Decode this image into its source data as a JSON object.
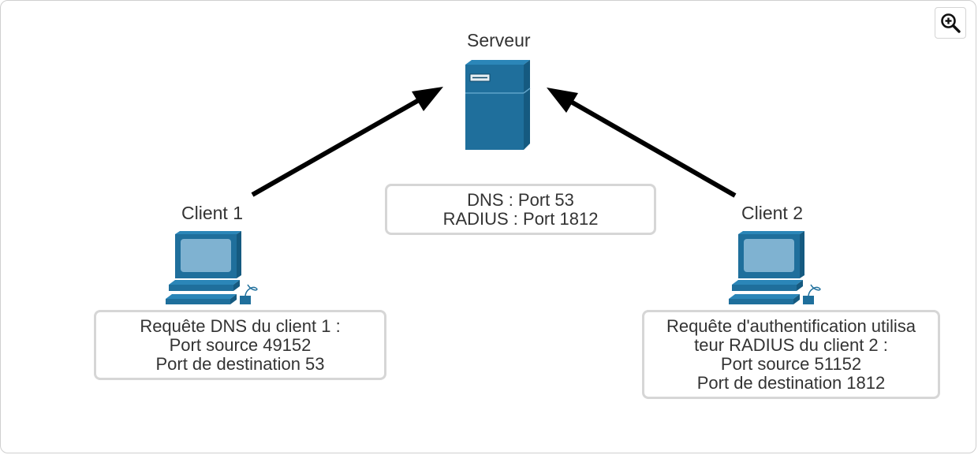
{
  "server": {
    "label": "Serveur",
    "ports": [
      "DNS : Port 53",
      "RADIUS : Port 1812"
    ]
  },
  "client1": {
    "label": "Client 1",
    "request": [
      "Requête DNS du client 1 :",
      "Port source 49152",
      "Port de destination 53"
    ]
  },
  "client2": {
    "label": "Client 2",
    "request": [
      "Requête d'authentification utilisa",
      "teur RADIUS du client 2 :",
      "Port source 51152",
      "Port de destination 1812"
    ]
  },
  "toolbar": {
    "zoom_icon": "zoom-in-icon"
  },
  "colors": {
    "device_blue": "#1f6f9c",
    "device_light": "#2b86b8",
    "screen": "#7fb2d1",
    "arrow": "#000000",
    "box_border": "#d6d6d6"
  }
}
